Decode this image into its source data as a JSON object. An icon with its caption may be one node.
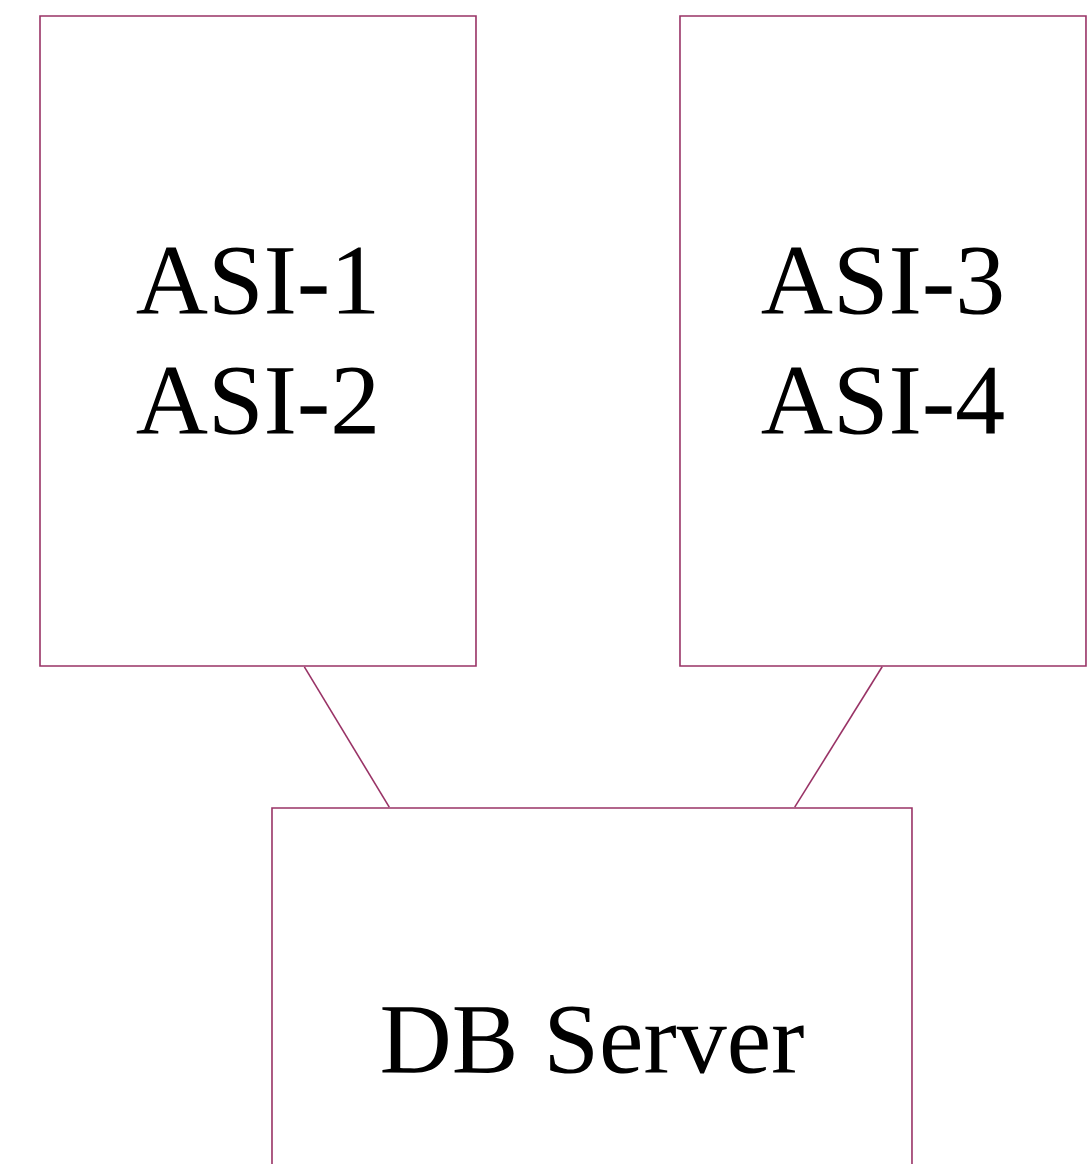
{
  "diagram": {
    "nodes": [
      {
        "text": [
          "ASI-1",
          "ASI-2"
        ]
      },
      {
        "text": [
          "ASI-3",
          "ASI-4"
        ]
      },
      {
        "text": [
          "DB Server"
        ]
      }
    ],
    "edges": [
      {
        "from": 0,
        "to": 2,
        "arrow": "none"
      },
      {
        "from": 1,
        "to": 2,
        "arrow": "none"
      }
    ]
  }
}
